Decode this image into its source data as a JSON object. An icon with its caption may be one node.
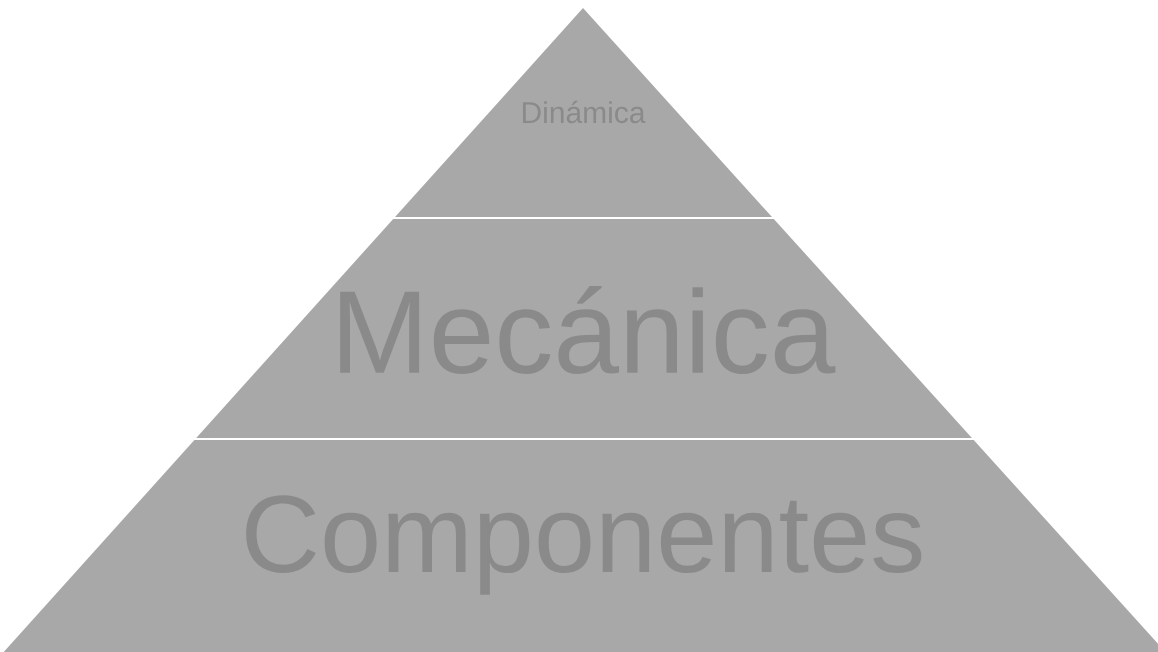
{
  "diagram": {
    "nodes": [
      {
        "text": [
          "Dinámica"
        ]
      },
      {
        "text": [
          "Mecánica"
        ]
      },
      {
        "text": [
          "Componentes"
        ]
      }
    ]
  }
}
